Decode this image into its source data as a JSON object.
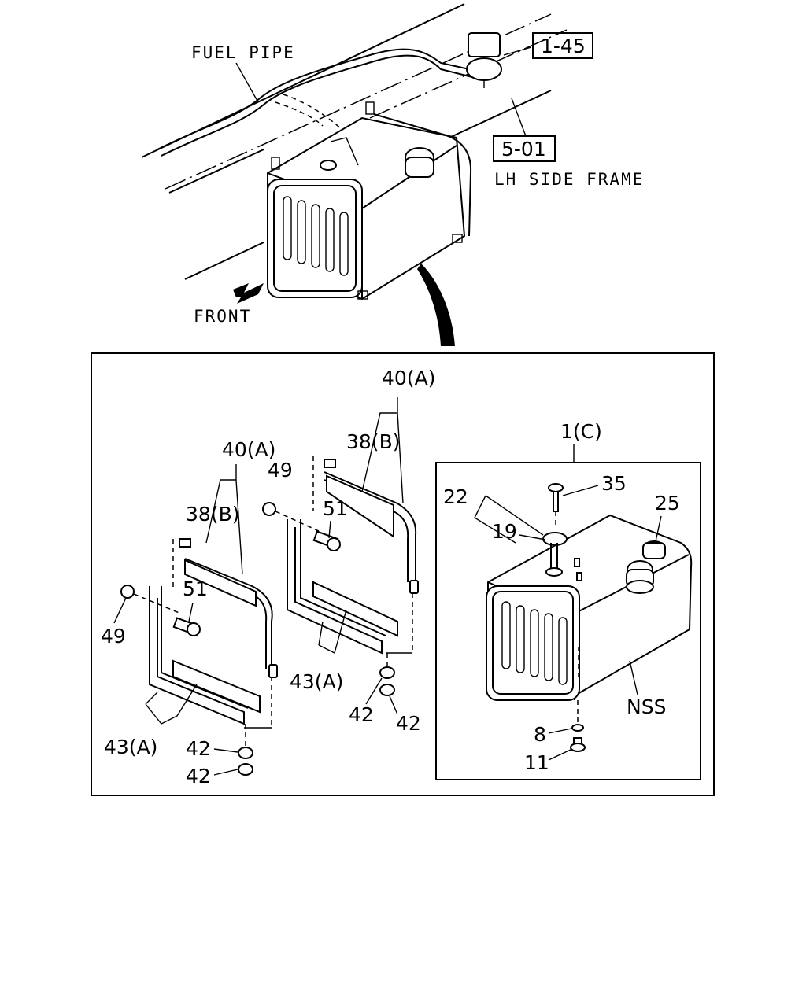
{
  "top_labels": {
    "fuel_pipe": "FUEL PIPE",
    "ref_1_45": "1-45",
    "ref_5_01": "5-01",
    "lh_side_frame": "LH SIDE FRAME",
    "front": "FRONT"
  },
  "detail_left": {
    "l40a": "40(A)",
    "l38b": "38(B)",
    "l49a": "49",
    "l49b": "49",
    "l51": "51",
    "l43a": "43(A)",
    "l42a": "42",
    "l42b": "42"
  },
  "detail_mid": {
    "l40a": "40(A)",
    "l38b": "38(B)",
    "l51": "51",
    "l43a": "43(A)",
    "l42a": "42",
    "l42b": "42"
  },
  "detail_tank": {
    "l1c": "1(C)",
    "l35": "35",
    "l22": "22",
    "l19": "19",
    "l25": "25",
    "lnss": "NSS",
    "l8": "8",
    "l11": "11"
  }
}
